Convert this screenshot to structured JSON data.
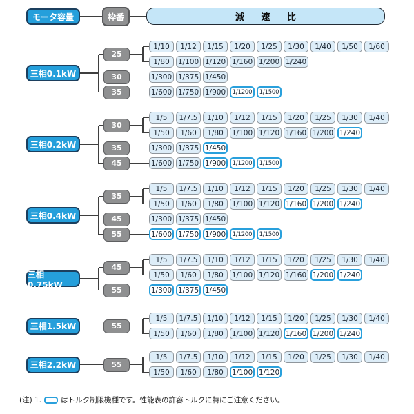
{
  "header": {
    "motor_capacity_label": "モータ容量",
    "frame_number_label": "枠番",
    "reduction_ratio_label": "減 速 比"
  },
  "colors": {
    "accent_blue": "#259fdb",
    "dark_navy_border": "#1c3f5e",
    "frame_gray": "#8f9091",
    "ratio_fill": "#ddedf8",
    "ratio_border": "#8f969c",
    "limited_border": "#29a0dc",
    "header_ratio_fill": "#c5e6f8"
  },
  "note": {
    "prefix": "(注) 1.",
    "legend_icon": "torque-limited-box-icon",
    "text": "はトルク制限機種です。性能表の許容トルクに特にご注意ください。"
  },
  "blocks": [
    {
      "capacity": "三相0.1kW",
      "frames": [
        {
          "size": "25",
          "rows": [
            [
              {
                "v": "1/10"
              },
              {
                "v": "1/12"
              },
              {
                "v": "1/15"
              },
              {
                "v": "1/20"
              },
              {
                "v": "1/25"
              },
              {
                "v": "1/30"
              },
              {
                "v": "1/40"
              },
              {
                "v": "1/50"
              },
              {
                "v": "1/60"
              }
            ],
            [
              {
                "v": "1/80"
              },
              {
                "v": "1/100"
              },
              {
                "v": "1/120"
              },
              {
                "v": "1/160"
              },
              {
                "v": "1/200"
              },
              {
                "v": "1/240"
              }
            ]
          ]
        },
        {
          "size": "30",
          "rows": [
            [
              {
                "v": "1/300"
              },
              {
                "v": "1/375"
              },
              {
                "v": "1/450"
              }
            ]
          ]
        },
        {
          "size": "35",
          "rows": [
            [
              {
                "v": "1/600"
              },
              {
                "v": "1/750"
              },
              {
                "v": "1/900"
              },
              {
                "v": "1/1200",
                "limited": true
              },
              {
                "v": "1/1500",
                "limited": true
              }
            ]
          ]
        }
      ]
    },
    {
      "capacity": "三相0.2kW",
      "frames": [
        {
          "size": "30",
          "rows": [
            [
              {
                "v": "1/5"
              },
              {
                "v": "1/7.5"
              },
              {
                "v": "1/10"
              },
              {
                "v": "1/12"
              },
              {
                "v": "1/15"
              },
              {
                "v": "1/20"
              },
              {
                "v": "1/25"
              },
              {
                "v": "1/30"
              },
              {
                "v": "1/40"
              }
            ],
            [
              {
                "v": "1/50"
              },
              {
                "v": "1/60"
              },
              {
                "v": "1/80"
              },
              {
                "v": "1/100"
              },
              {
                "v": "1/120"
              },
              {
                "v": "1/160"
              },
              {
                "v": "1/200"
              },
              {
                "v": "1/240",
                "limited": true
              }
            ]
          ]
        },
        {
          "size": "35",
          "rows": [
            [
              {
                "v": "1/300"
              },
              {
                "v": "1/375"
              },
              {
                "v": "1/450",
                "limited": true
              }
            ]
          ]
        },
        {
          "size": "45",
          "rows": [
            [
              {
                "v": "1/600"
              },
              {
                "v": "1/750"
              },
              {
                "v": "1/900",
                "limited": true
              },
              {
                "v": "1/1200",
                "limited": true
              },
              {
                "v": "1/1500",
                "limited": true
              }
            ]
          ]
        }
      ]
    },
    {
      "capacity": "三相0.4kW",
      "frames": [
        {
          "size": "35",
          "rows": [
            [
              {
                "v": "1/5"
              },
              {
                "v": "1/7.5"
              },
              {
                "v": "1/10"
              },
              {
                "v": "1/12"
              },
              {
                "v": "1/15"
              },
              {
                "v": "1/20"
              },
              {
                "v": "1/25"
              },
              {
                "v": "1/30"
              },
              {
                "v": "1/40"
              }
            ],
            [
              {
                "v": "1/50"
              },
              {
                "v": "1/60"
              },
              {
                "v": "1/80"
              },
              {
                "v": "1/100"
              },
              {
                "v": "1/120"
              },
              {
                "v": "1/160",
                "limited": true
              },
              {
                "v": "1/200",
                "limited": true
              },
              {
                "v": "1/240",
                "limited": true
              }
            ]
          ]
        },
        {
          "size": "45",
          "rows": [
            [
              {
                "v": "1/300"
              },
              {
                "v": "1/375"
              },
              {
                "v": "1/450"
              }
            ]
          ]
        },
        {
          "size": "55",
          "rows": [
            [
              {
                "v": "1/600",
                "limited": true
              },
              {
                "v": "1/750",
                "limited": true
              },
              {
                "v": "1/900",
                "limited": true
              },
              {
                "v": "1/1200",
                "limited": true
              },
              {
                "v": "1/1500",
                "limited": true
              }
            ]
          ]
        }
      ]
    },
    {
      "capacity": "三相0.75kW",
      "frames": [
        {
          "size": "45",
          "rows": [
            [
              {
                "v": "1/5"
              },
              {
                "v": "1/7.5"
              },
              {
                "v": "1/10"
              },
              {
                "v": "1/12"
              },
              {
                "v": "1/15"
              },
              {
                "v": "1/20"
              },
              {
                "v": "1/25"
              },
              {
                "v": "1/30"
              },
              {
                "v": "1/40"
              }
            ],
            [
              {
                "v": "1/50"
              },
              {
                "v": "1/60"
              },
              {
                "v": "1/80"
              },
              {
                "v": "1/100"
              },
              {
                "v": "1/120"
              },
              {
                "v": "1/160"
              },
              {
                "v": "1/200",
                "limited": true
              },
              {
                "v": "1/240",
                "limited": true
              }
            ]
          ]
        },
        {
          "size": "55",
          "rows": [
            [
              {
                "v": "1/300",
                "limited": true
              },
              {
                "v": "1/375",
                "limited": true
              },
              {
                "v": "1/450",
                "limited": true
              }
            ]
          ]
        }
      ]
    },
    {
      "capacity": "三相1.5kW",
      "frames": [
        {
          "size": "55",
          "rows": [
            [
              {
                "v": "1/5"
              },
              {
                "v": "1/7.5"
              },
              {
                "v": "1/10"
              },
              {
                "v": "1/12"
              },
              {
                "v": "1/15"
              },
              {
                "v": "1/20"
              },
              {
                "v": "1/25"
              },
              {
                "v": "1/30"
              },
              {
                "v": "1/40"
              }
            ],
            [
              {
                "v": "1/50"
              },
              {
                "v": "1/60"
              },
              {
                "v": "1/80"
              },
              {
                "v": "1/100"
              },
              {
                "v": "1/120"
              },
              {
                "v": "1/160",
                "limited": true
              },
              {
                "v": "1/200",
                "limited": true
              },
              {
                "v": "1/240",
                "limited": true
              }
            ]
          ]
        }
      ]
    },
    {
      "capacity": "三相2.2kW",
      "frames": [
        {
          "size": "55",
          "rows": [
            [
              {
                "v": "1/5"
              },
              {
                "v": "1/7.5"
              },
              {
                "v": "1/10"
              },
              {
                "v": "1/12"
              },
              {
                "v": "1/15"
              },
              {
                "v": "1/20"
              },
              {
                "v": "1/25"
              },
              {
                "v": "1/30"
              },
              {
                "v": "1/40"
              }
            ],
            [
              {
                "v": "1/50"
              },
              {
                "v": "1/60"
              },
              {
                "v": "1/80"
              },
              {
                "v": "1/100",
                "limited": true
              },
              {
                "v": "1/120",
                "limited": true
              }
            ]
          ]
        }
      ]
    }
  ]
}
